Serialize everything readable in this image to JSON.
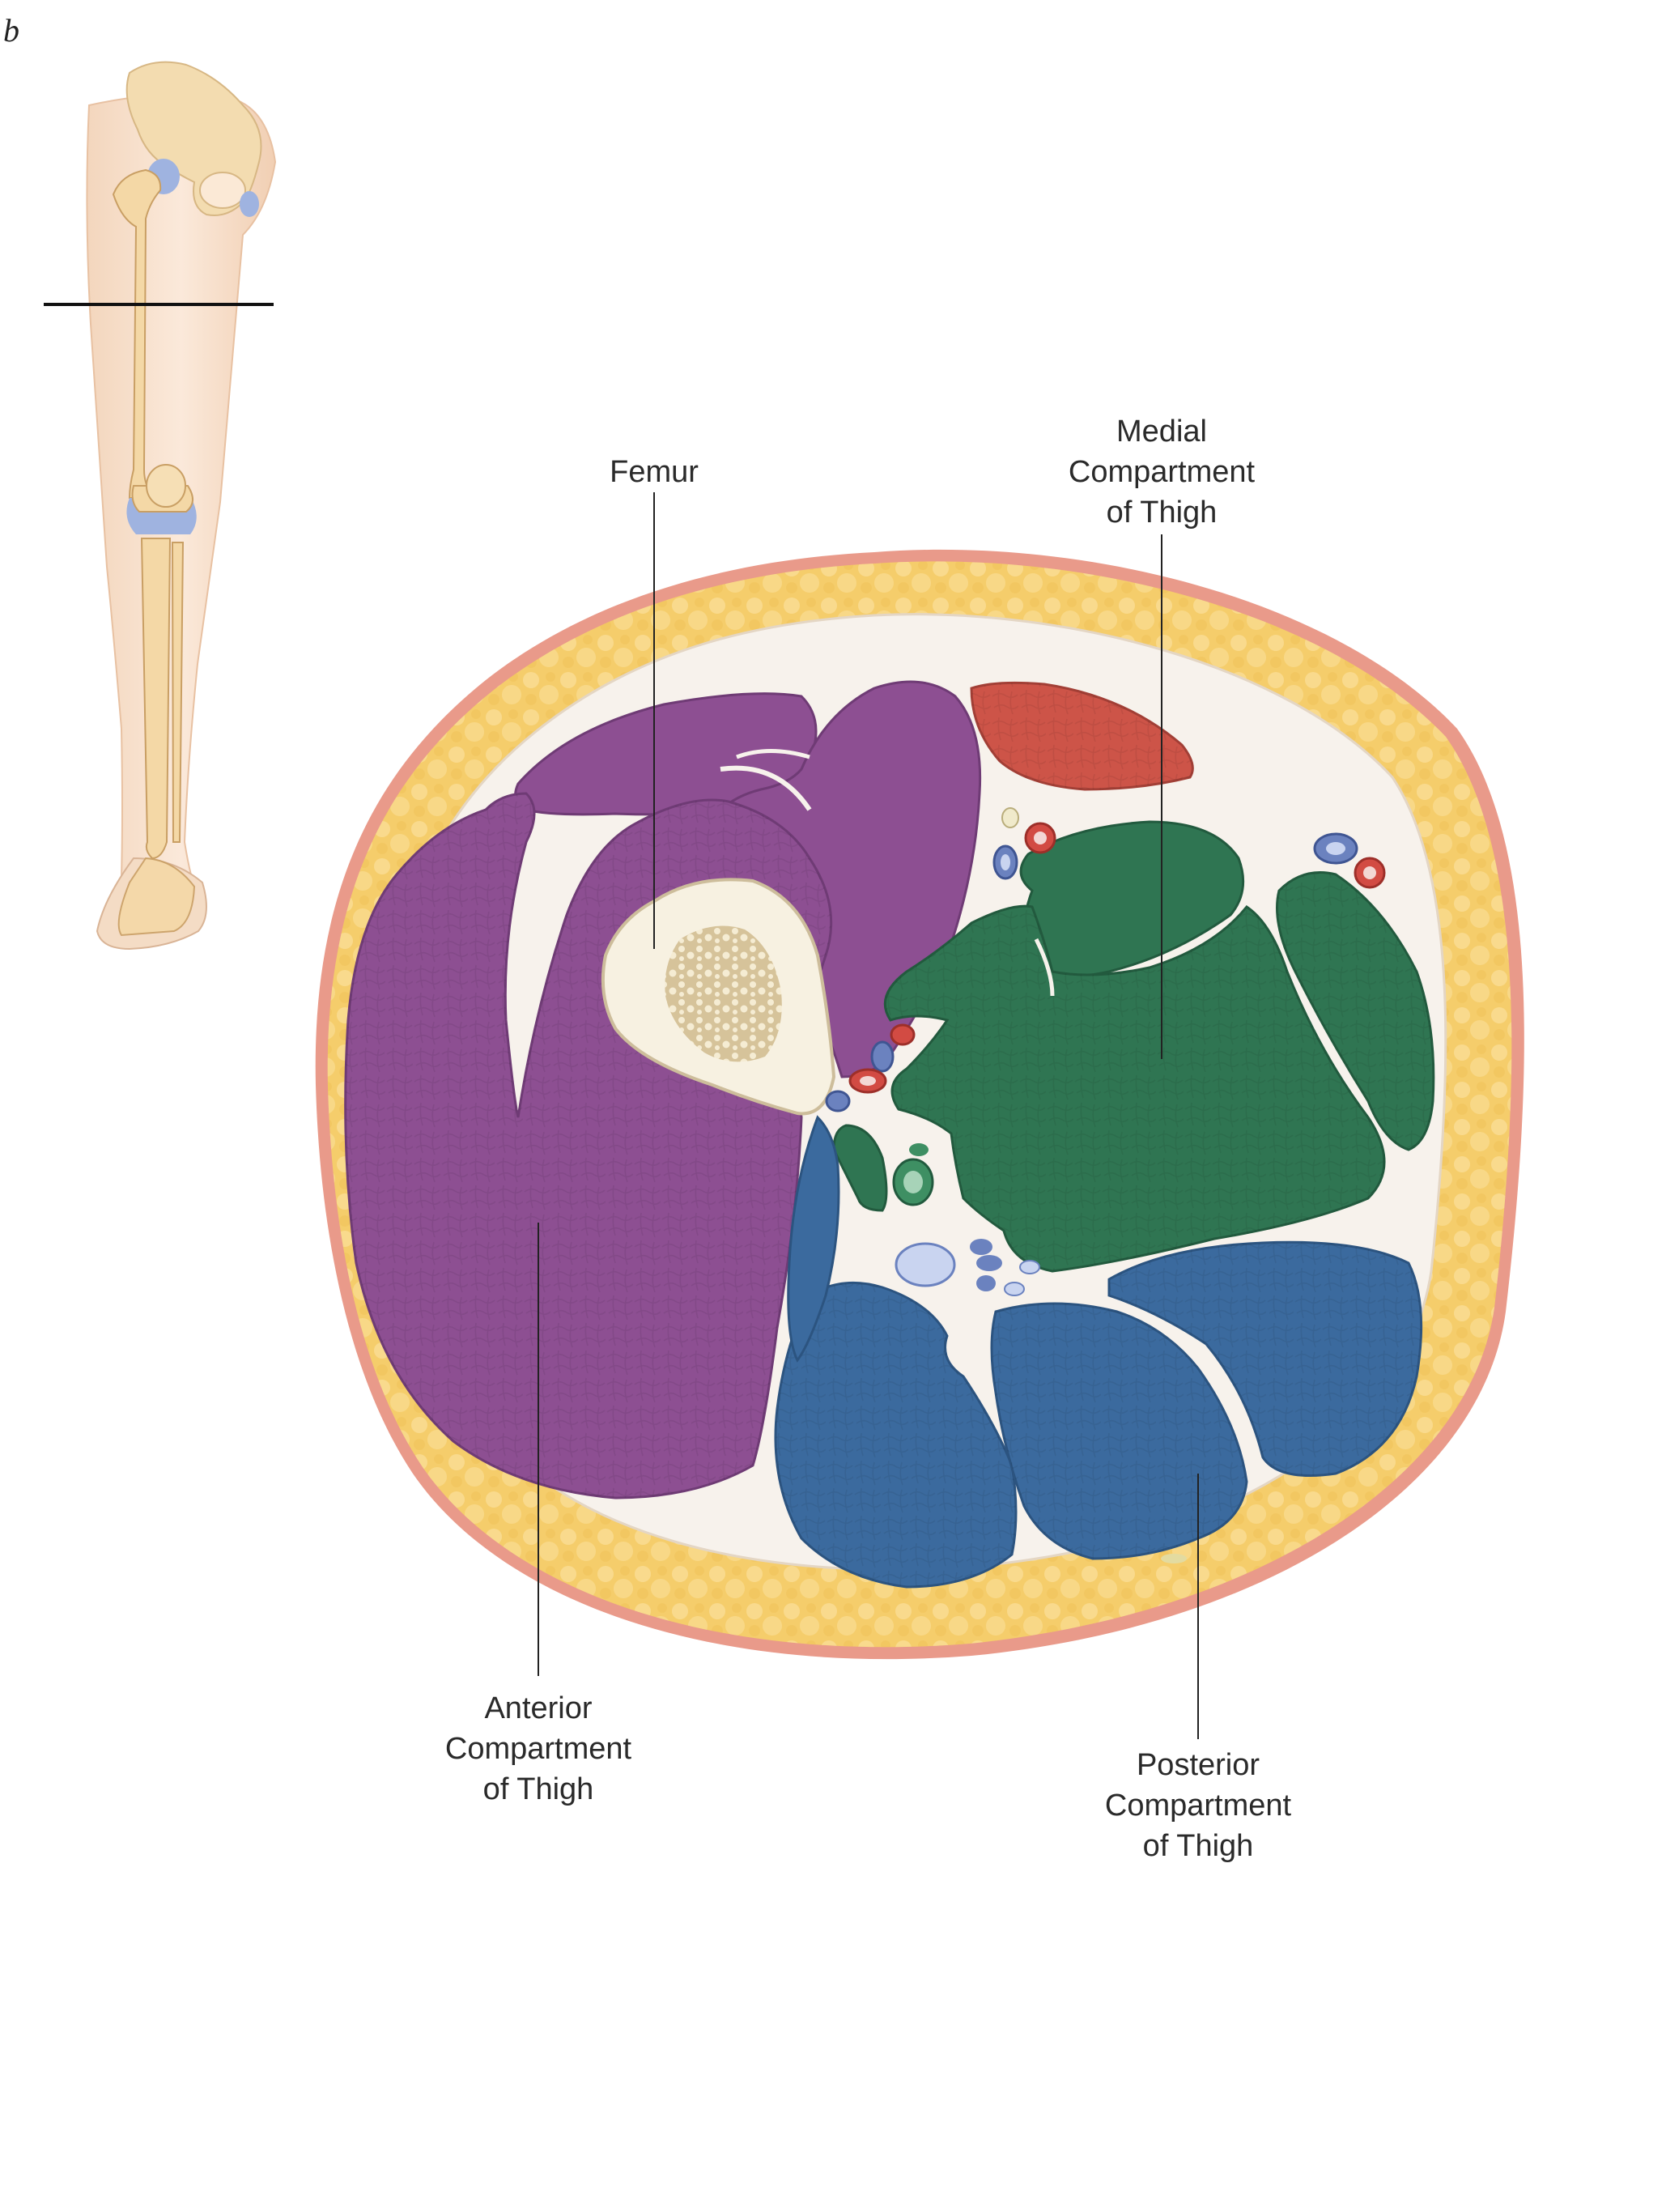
{
  "panel_letter": "b",
  "labels": {
    "femur": [
      "Femur"
    ],
    "medial": [
      "Medial",
      "Compartment",
      "of Thigh"
    ],
    "anterior": [
      "Anterior",
      "Compartment",
      "of Thigh"
    ],
    "posterior": [
      "Posterior",
      "Compartment",
      "of Thigh"
    ]
  },
  "colors": {
    "skin": "#e99a8a",
    "fat": "#f5cd6b",
    "anterior_muscle": "#8d4f92",
    "medial_muscle": "#2f7552",
    "posterior_muscle": "#3b6a9e",
    "small_red_muscle": "#cd5448",
    "bone_cortex": "#f7f1e1",
    "bone_marrow": "#d6c39a",
    "vein": "#6b82bf",
    "artery": "#d24b43",
    "fascia": "#f7f2ec"
  }
}
